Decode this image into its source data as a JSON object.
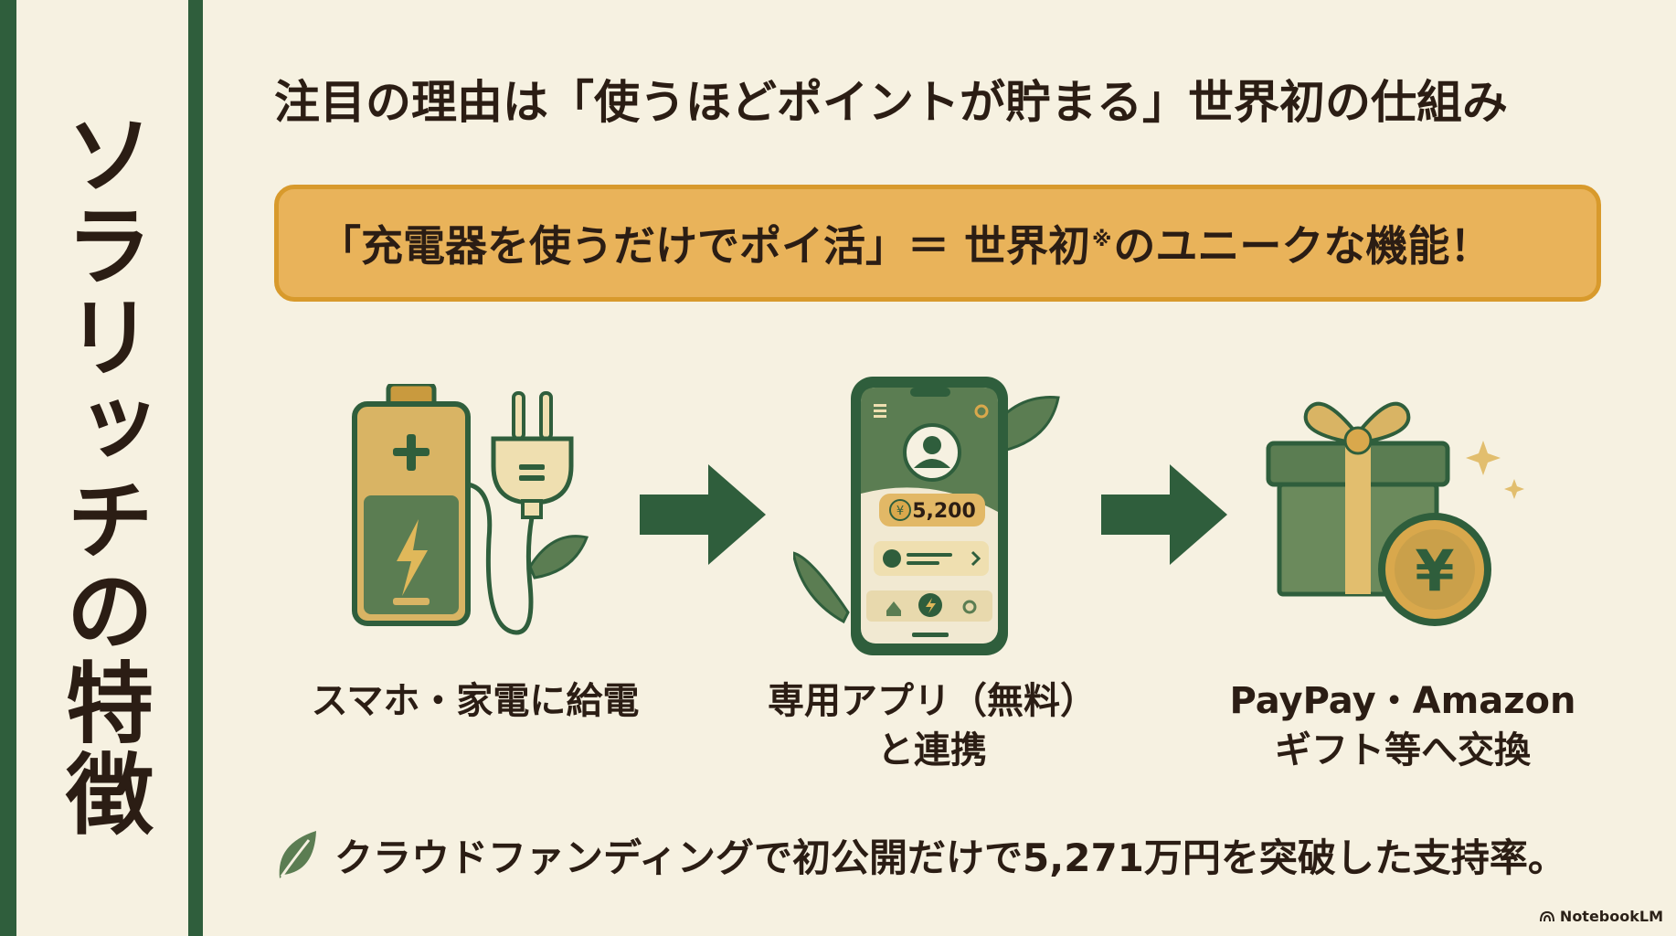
{
  "side_title": "ソラリッチの特徴",
  "main_title": "注目の理由は「使うほどポイントが貯まる」世界初の仕組み",
  "highlight": {
    "text_before": "「充電器を使うだけでポイ活」＝ 世界初",
    "mark": "※",
    "text_after": "のユニークな機能！"
  },
  "steps": [
    {
      "label": "スマホ・家電に給電",
      "icon": "battery-plug-icon"
    },
    {
      "label_line1": "専用アプリ（無料）",
      "label_line2": "と連携",
      "icon": "smartphone-app-icon",
      "app_points": "5,200"
    },
    {
      "label_line1": "PayPay・Amazon",
      "label_line2": "ギフト等へ交換",
      "icon": "gift-yen-icon",
      "coin_symbol": "¥"
    }
  ],
  "footnote": "クラウドファンディングで初公開だけで5,271万円を突破した支持率。",
  "watermark": "NotebookLM",
  "colors": {
    "dark_green": "#2f5e3c",
    "mid_green": "#5b7d52",
    "gold": "#d9a84c",
    "highlight_fill": "#e9b35a",
    "background": "#f6f1e1",
    "text": "#2b1d14"
  }
}
